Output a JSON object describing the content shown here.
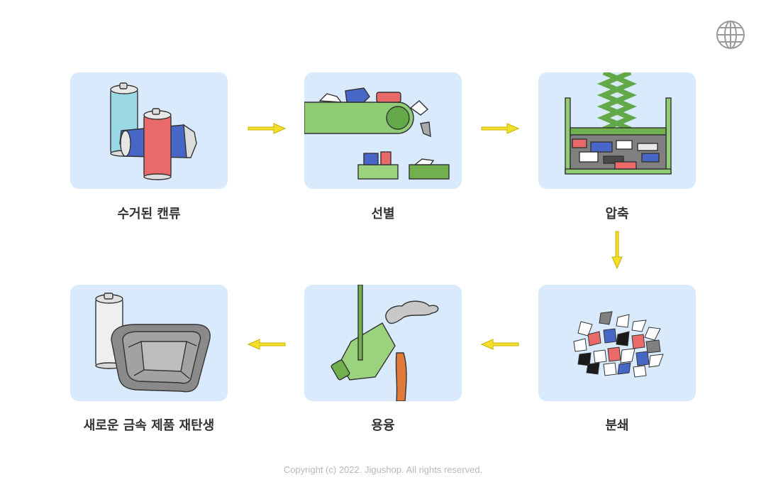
{
  "steps": [
    {
      "label": "수거된 캔류",
      "icon": "collected-cans-icon"
    },
    {
      "label": "선별",
      "icon": "sorting-conveyor-icon"
    },
    {
      "label": "압축",
      "icon": "compression-press-icon"
    },
    {
      "label": "분쇄",
      "icon": "shredded-metal-icon"
    },
    {
      "label": "용융",
      "icon": "melting-crucible-icon"
    },
    {
      "label": "새로운 금속 제품 재탄생",
      "icon": "new-metal-products-icon"
    }
  ],
  "footer": {
    "copyright": "Copyright (c) 2022. Jigushop. All rights reserved."
  },
  "colors": {
    "card_bg": "#d9eafc",
    "arrow": "#f3df2a",
    "green": "#8fcc74",
    "label": "#333333"
  }
}
